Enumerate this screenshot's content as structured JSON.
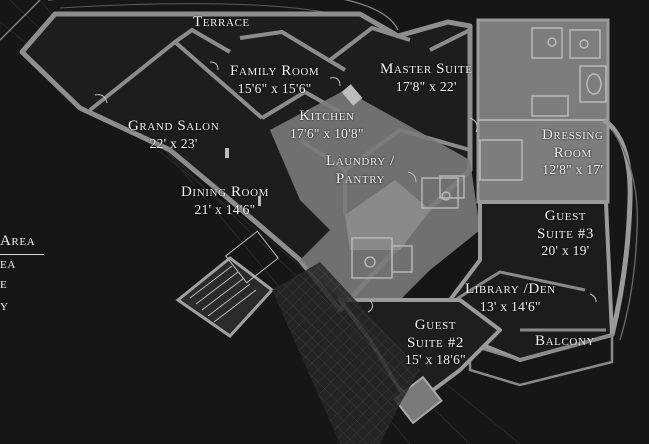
{
  "rooms": {
    "terrace": {
      "name": "Terrace"
    },
    "family_room": {
      "name": "Family Room",
      "dims": "15'6\" x 15'6\""
    },
    "master_suite": {
      "name": "Master Suite",
      "dims": "17'8\" x 22'"
    },
    "kitchen": {
      "name": "Kitchen",
      "dims": "17'6\" x 10'8\""
    },
    "grand_salon": {
      "name": "Grand Salon",
      "dims": "22' x 23'"
    },
    "laundry": {
      "name": "Laundry /",
      "name2": "Pantry"
    },
    "dressing_room": {
      "name": "Dressing",
      "name2": "Room",
      "dims": "12'8\" x 17'"
    },
    "dining_room": {
      "name": "Dining Room",
      "dims": "21' x 14'6\""
    },
    "guest_suite_3": {
      "name": "Guest",
      "name2": "Suite #3",
      "dims": "20' x 19'"
    },
    "library_den": {
      "name": "Library /Den",
      "dims": "13' x 14'6\""
    },
    "guest_suite_2": {
      "name": "Guest",
      "name2": "Suite #2",
      "dims": "15' x 18'6\""
    },
    "balcony": {
      "name": "Balcony"
    }
  },
  "legend_fragments": [
    "Area",
    "ea",
    "e",
    "y"
  ],
  "colors": {
    "background": "#161616",
    "wall": "#8e8e8e",
    "wall_dark": "#5c5c5c",
    "floor_dark": "#1c1c1c",
    "floor_light": "#777777",
    "text": "#f2f2f2"
  }
}
